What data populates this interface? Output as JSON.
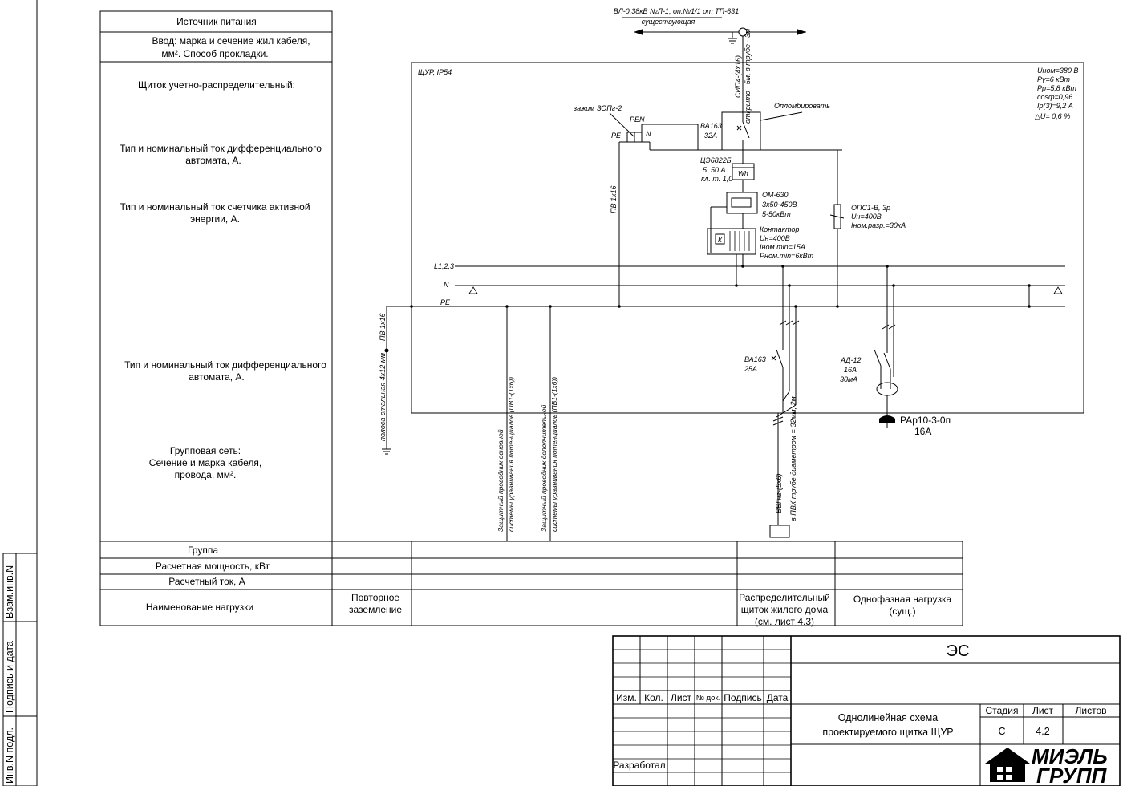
{
  "left_table": {
    "rows": [
      {
        "label": "Источник питания"
      },
      {
        "label_lines": [
          "Ввод: марка и сечение жил кабеля,",
          "мм². Способ прокладки."
        ]
      },
      {
        "label": "Щиток учетно-распределительный:"
      },
      {
        "label_lines": [
          "Тип и номинальный ток дифференциального",
          "автомата, А."
        ]
      },
      {
        "label_lines": [
          "Тип и номинальный ток счетчика активной",
          "энергии, А."
        ]
      },
      {
        "label_lines": [
          "Тип и номинальный ток дифференциального",
          "автомата, А."
        ]
      },
      {
        "label_lines": [
          "Групповая сеть:",
          "Сечение и марка кабеля,",
          "провода, мм²."
        ]
      }
    ]
  },
  "bottom_table": {
    "row_labels": [
      "Группа",
      "Расчетная мощность, кВт",
      "Расчетный ток, А",
      "Наименование нагрузки"
    ],
    "loads": [
      {
        "lines": [
          "Повторное",
          "заземление"
        ]
      },
      {
        "lines": [
          "Распределительный",
          "щиток жилого дома",
          "(см. лист 4.3)"
        ]
      },
      {
        "lines": [
          "Однофазная нагрузка",
          "(сущ.)"
        ]
      }
    ]
  },
  "side_stamp": [
    "Инв.N подл.",
    "Подпись и дата",
    "Взам.инв.N"
  ],
  "title_block": {
    "code": "ЭС",
    "columns": [
      "Изм.",
      "Кол.",
      "Лист",
      "№ док.",
      "Подпись",
      "Дата"
    ],
    "developed": "Разработал",
    "title_lines": [
      "Однолинейная схема",
      "проектируемого щитка ЩУР"
    ],
    "stage_header": "Стадия",
    "sheet_header": "Лист",
    "sheets_header": "Листов",
    "stage": "С",
    "sheet": "4.2",
    "sheets": "",
    "logo_lines": [
      "МИЭЛЬ",
      "ГРУПП"
    ]
  },
  "schematic": {
    "source_line1": "ВЛ-0,38кВ №Л-1, оп.№1/1 от ТП-631",
    "source_line2": "существующая",
    "input_cable": "СИП4-(4х16)",
    "input_laying": "открыто - 5м, в трубе - 3м",
    "panel": "ЩУР, IP54",
    "params": [
      "Uном=380 В",
      "Ру=6 кВт",
      "Рр=5,8 кВт",
      "cosф=0,96",
      "Iр(3)=9,2 А",
      "△U= 0,6 %"
    ],
    "clamp": "зажим ЗОПг-2",
    "pen": "PEN",
    "pe": "PE",
    "n": "N",
    "seal": "Опломбировать",
    "breaker_main": [
      "ВА163",
      "32А"
    ],
    "meter": [
      "ЦЭ6822Б",
      "5..50 А",
      "кл. т. 1,0"
    ],
    "meter_symbol": "Wh",
    "relay": [
      "ОМ-630",
      "3х50-450В",
      "5-50кВт"
    ],
    "contactor": [
      "Контактор",
      "Uн=400В",
      "Iном.min=15А",
      "Рном.min=6кВт"
    ],
    "contactor_k": "К",
    "arrester": [
      "ОПС1-В, 3р",
      "Uн=400В",
      "Iном.разр.=30кА"
    ],
    "pe_conductor": "ПВ 1х16",
    "bus_l": "L1,2,3",
    "bus_n": "N",
    "bus_pe": "PE",
    "ground_cable": "ПВ 1х16",
    "ground_strip": "полоса стальная 4х12 мм",
    "bond1_a": "Защитный проводник основной",
    "bond1_b": "системы уравнивания потенциалов (ПВ1-(1х6))",
    "bond2_a": "Защитный проводник дополнительной",
    "bond2_b": "системы уравнивания потенциалов (ПВ1-(1х6))",
    "breaker_group": [
      "ВА163",
      "25А"
    ],
    "group_cable_a": "ВВГнг-(5х6)",
    "group_cable_b": "в ПВХ трубе диаметром = 32мм, 2м",
    "rcd": [
      "АД-12",
      "16А",
      "30мА"
    ],
    "socket": [
      "РАр10-3-0п",
      "16А"
    ]
  }
}
